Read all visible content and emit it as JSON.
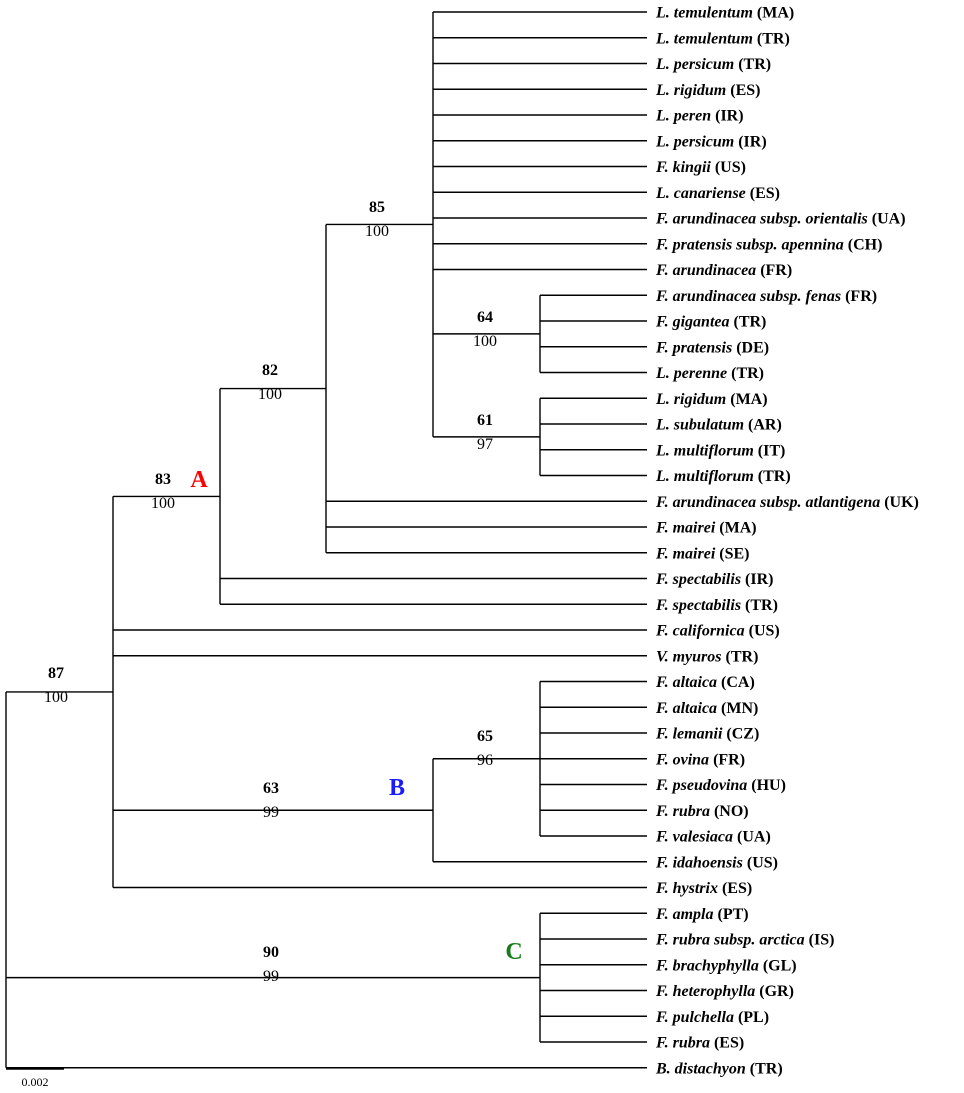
{
  "taxa": [
    {
      "species": "L. temulentum",
      "country": "(MA)"
    },
    {
      "species": "L. temulentum",
      "country": "(TR)"
    },
    {
      "species": "L. persicum",
      "country": "(TR)"
    },
    {
      "species": "L. rigidum",
      "country": "(ES)"
    },
    {
      "species": "L. peren",
      "country": "(IR)"
    },
    {
      "species": "L. persicum",
      "country": "(IR)"
    },
    {
      "species": "F. kingii",
      "country": "(US)"
    },
    {
      "species": "L. canariense",
      "country": "(ES)"
    },
    {
      "species": "F. arundinacea subsp. orientalis",
      "country": "(UA)"
    },
    {
      "species": "F. pratensis subsp. apennina",
      "country": "(CH)"
    },
    {
      "species": "F. arundinacea",
      "country": "(FR)"
    },
    {
      "species": "F. arundinacea subsp. fenas",
      "country": "(FR)"
    },
    {
      "species": "F. gigantea",
      "country": "(TR)"
    },
    {
      "species": "F. pratensis",
      "country": "(DE)"
    },
    {
      "species": "L. perenne",
      "country": "(TR)"
    },
    {
      "species": "L. rigidum",
      "country": "(MA)"
    },
    {
      "species": "L. subulatum",
      "country": "(AR)"
    },
    {
      "species": "L. multiflorum",
      "country": "(IT)"
    },
    {
      "species": "L. multiflorum",
      "country": "(TR)"
    },
    {
      "species": "F. arundinacea subsp. atlantigena",
      "country": "(UK)"
    },
    {
      "species": "F. mairei",
      "country": "(MA)"
    },
    {
      "species": "F. mairei",
      "country": "(SE)"
    },
    {
      "species": "F. spectabilis",
      "country": "(IR)"
    },
    {
      "species": "F. spectabilis",
      "country": "(TR)"
    },
    {
      "species": "F. californica",
      "country": "(US)"
    },
    {
      "species": "V. myuros",
      "country": "(TR)"
    },
    {
      "species": "F. altaica",
      "country": "(CA)"
    },
    {
      "species": "F. altaica",
      "country": "(MN)"
    },
    {
      "species": "F. lemanii",
      "country": "(CZ)"
    },
    {
      "species": "F. ovina",
      "country": "(FR)"
    },
    {
      "species": "F. pseudovina",
      "country": "(HU)"
    },
    {
      "species": "F. rubra",
      "country": "(NO)"
    },
    {
      "species": "F. valesiaca",
      "country": "(UA)"
    },
    {
      "species": "F. idahoensis",
      "country": "(US)"
    },
    {
      "species": "F. hystrix",
      "country": "(ES)"
    },
    {
      "species": "F. ampla",
      "country": "(PT)"
    },
    {
      "species": "F. rubra subsp. arctica",
      "country": "(IS)"
    },
    {
      "species": "F. brachyphylla",
      "country": "(GL)"
    },
    {
      "species": "F. heterophylla",
      "country": "(GR)"
    },
    {
      "species": "F. pulchella",
      "country": "(PL)"
    },
    {
      "species": "F. rubra",
      "country": "(ES)"
    },
    {
      "species": "B. distachyon",
      "country": "(TR)"
    }
  ],
  "supports": [
    {
      "id": "root",
      "bootstrap": "87",
      "posterior": "100"
    },
    {
      "id": "cladeA",
      "bootstrap": "83",
      "posterior": "100"
    },
    {
      "id": "n82",
      "bootstrap": "82",
      "posterior": "100"
    },
    {
      "id": "n85",
      "bootstrap": "85",
      "posterior": "100"
    },
    {
      "id": "n64",
      "bootstrap": "64",
      "posterior": "100"
    },
    {
      "id": "n61",
      "bootstrap": "61",
      "posterior": "97"
    },
    {
      "id": "cladeB",
      "bootstrap": "63",
      "posterior": "99"
    },
    {
      "id": "n65",
      "bootstrap": "65",
      "posterior": "96"
    },
    {
      "id": "cladeC",
      "bootstrap": "90",
      "posterior": "99"
    }
  ],
  "clades": [
    {
      "label": "A",
      "color": "#ff0000"
    },
    {
      "label": "B",
      "color": "#1a1aff"
    },
    {
      "label": "C",
      "color": "#1a7a1a"
    }
  ],
  "scale_bar": {
    "label": "0.002"
  }
}
